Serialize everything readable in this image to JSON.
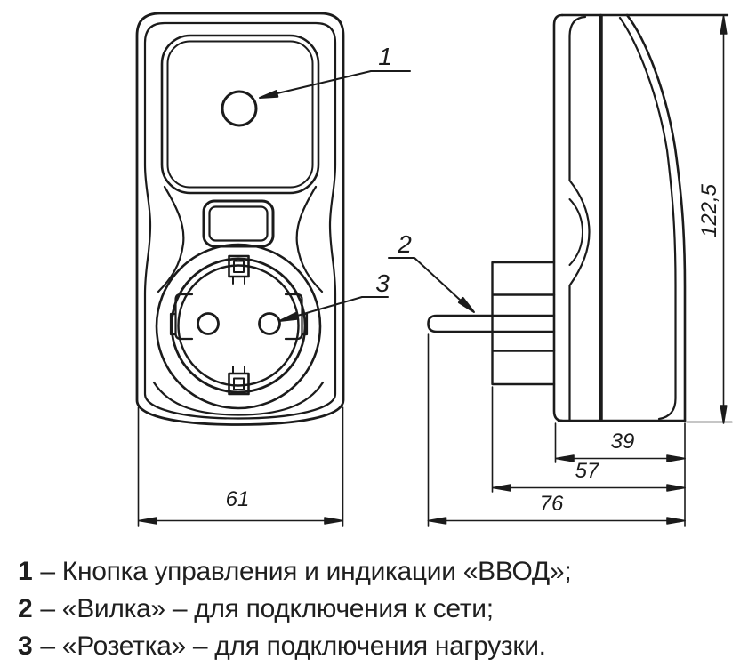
{
  "colors": {
    "ink": "#1b1b1b",
    "background": "#ffffff"
  },
  "dims": {
    "front_width": "61",
    "height": "122,5",
    "body_depth": "39",
    "depth_with_base": "57",
    "overall_depth": "76"
  },
  "callouts": {
    "button": "1",
    "plug": "2",
    "socket": "3"
  },
  "legend": [
    {
      "num": "1",
      "desc": "– Кнопка управления и индикации «ВВОД»;"
    },
    {
      "num": "2",
      "desc": "– «Вилка» – для подключения к сети;"
    },
    {
      "num": "3",
      "desc": "– «Розетка» – для подключения нагрузки."
    }
  ]
}
